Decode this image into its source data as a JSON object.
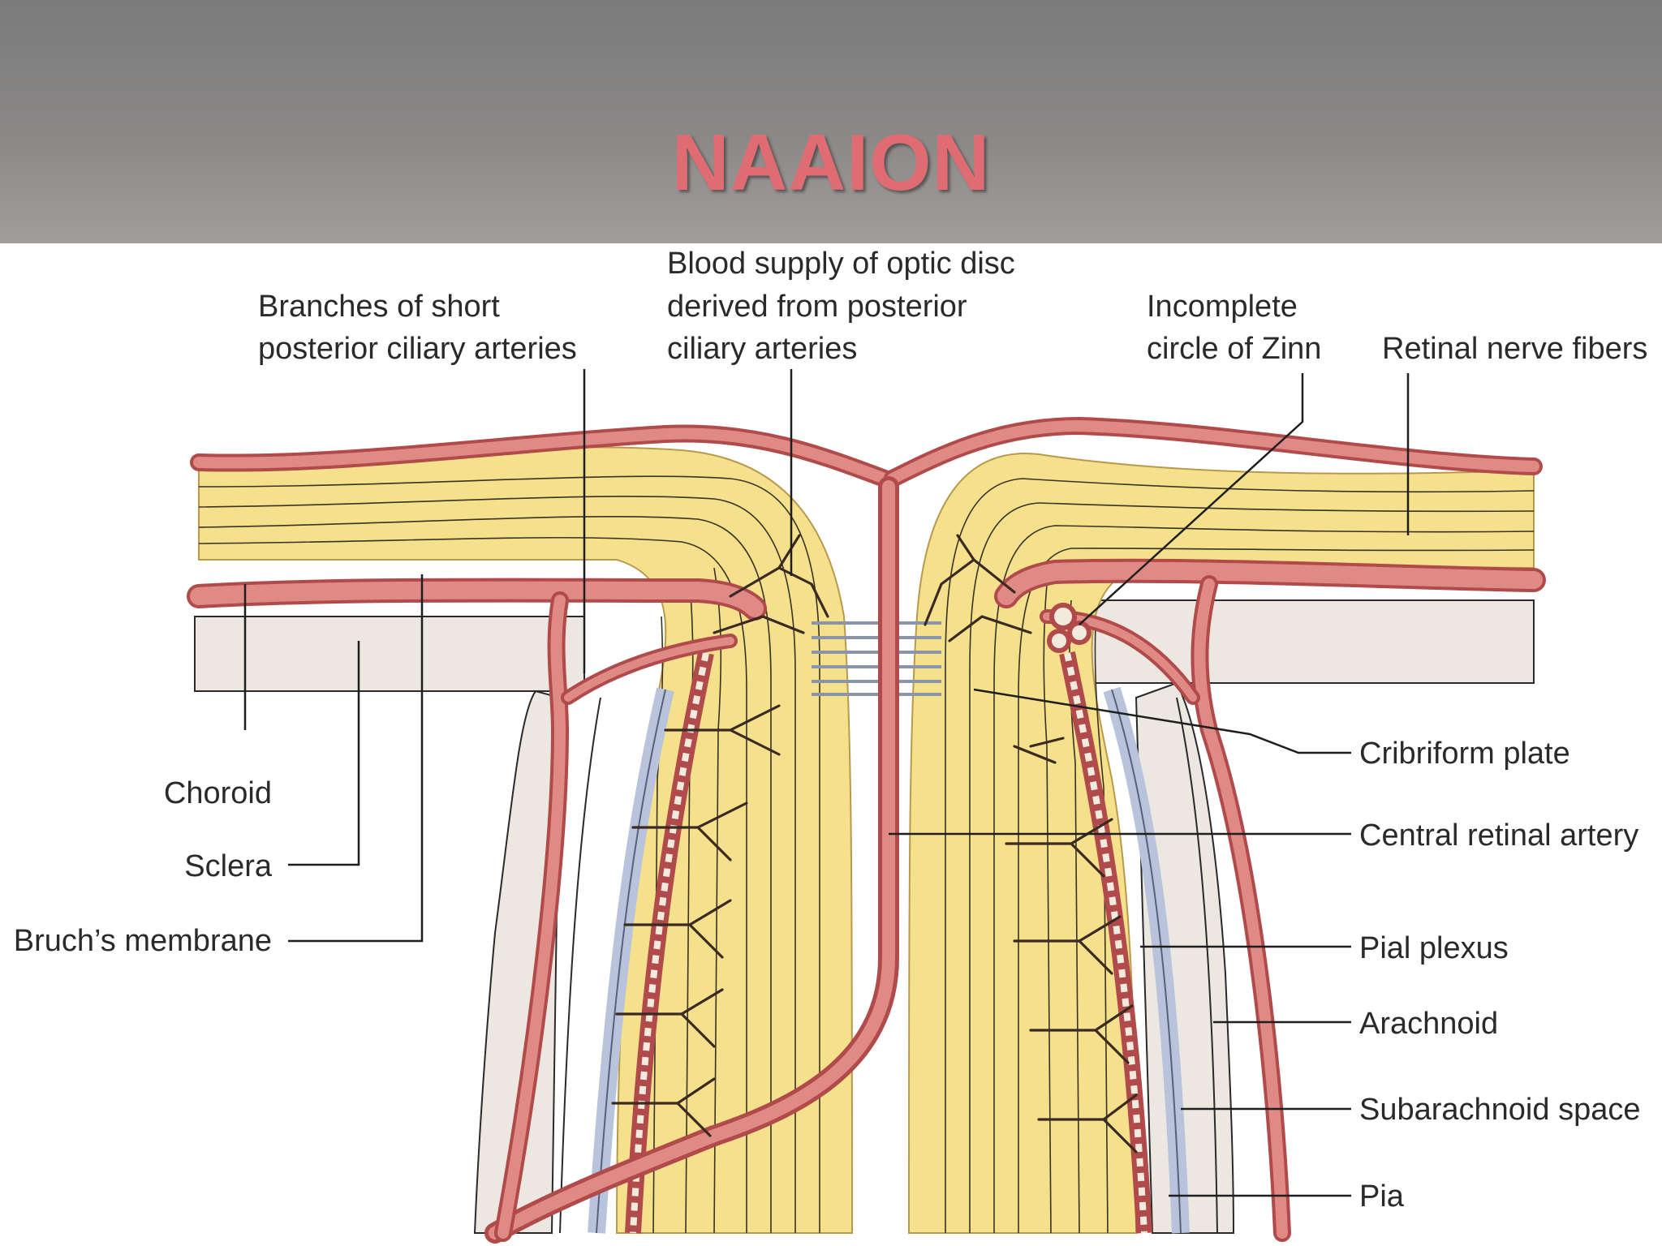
{
  "slide": {
    "title": "NAAION"
  },
  "diagram": {
    "labels": {
      "short_ciliary": [
        "Branches of short",
        "posterior ciliary arteries"
      ],
      "blood_supply": [
        "Blood supply of optic disc",
        "derived from posterior",
        "ciliary arteries"
      ],
      "zinn": [
        "Incomplete",
        "circle of Zinn"
      ],
      "retinal_nerve_fibers": "Retinal nerve fibers",
      "choroid": "Choroid",
      "sclera": "Sclera",
      "bruchs_membrane": "Bruch’s membrane",
      "cribriform_plate": "Cribriform plate",
      "central_retinal_artery": "Central retinal artery",
      "pial_plexus": "Pial plexus",
      "arachnoid": "Arachnoid",
      "subarachnoid_space": "Subarachnoid space",
      "pia": "Pia"
    }
  },
  "colors": {
    "title": "#e06c73",
    "title_band": "#8a8887",
    "nerve_fiber": "#f5e08c",
    "artery": "#e08a86",
    "artery_edge": "#b14a4a",
    "sclera": "#ece8e1",
    "meninges": "#b9c4dc"
  }
}
